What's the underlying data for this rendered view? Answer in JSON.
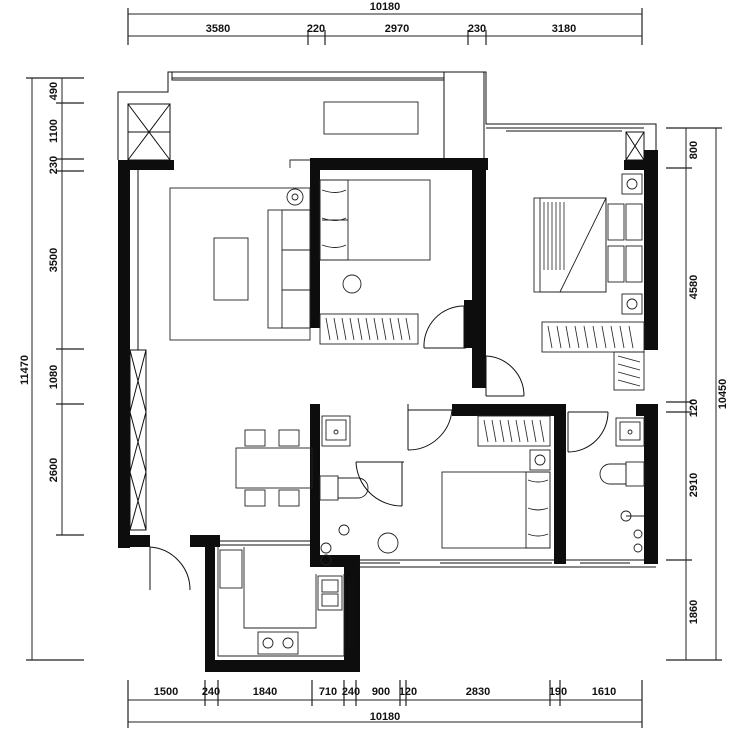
{
  "dimensions": {
    "top_total": "10180",
    "top_segments": [
      "3580",
      "220",
      "2970",
      "230",
      "3180"
    ],
    "bottom_total": "10180",
    "bottom_segments": [
      "1500",
      "240",
      "1840",
      "710",
      "240",
      "900",
      "120",
      "2830",
      "190",
      "1610"
    ],
    "left_total": "11470",
    "left_segments": [
      "490",
      "1100",
      "230",
      "3500",
      "1080",
      "2600"
    ],
    "right_total": "10450",
    "right_segments": [
      "800",
      "4580",
      "120",
      "2910",
      "1860"
    ]
  },
  "icons": [
    "wardrobe-icon",
    "bed-icon",
    "sofa-icon",
    "dining-table-icon",
    "toilet-icon",
    "washbasin-icon",
    "stove-icon",
    "sink-icon",
    "door-swing-icon"
  ]
}
